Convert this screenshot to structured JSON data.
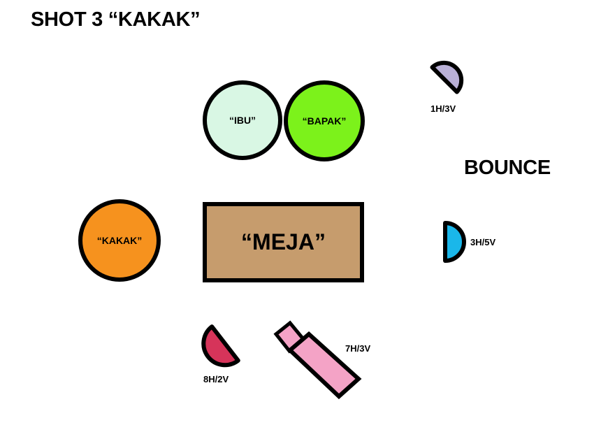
{
  "title": "SHOT 3 “KAKAK”",
  "bounce_label": "BOUNCE",
  "people": {
    "ibu": "“IBU”",
    "bapak": "“BAPAK”",
    "kakak": "“KAKAK”"
  },
  "table_label": "“MEJA”",
  "lights": [
    {
      "label": "1H/3V",
      "color": "#b9b0d6"
    },
    {
      "label": "3H/5V",
      "color": "#1ab7ea"
    },
    {
      "label": "8H/2V",
      "color": "#d6345a"
    }
  ],
  "camera": {
    "label": "7H/3V",
    "color": "#f4a3c6"
  },
  "colors": {
    "ibu": "#d9f7e4",
    "bapak": "#7cf21b",
    "kakak": "#f6921e",
    "table": "#c69c6d",
    "outline": "#000000"
  }
}
